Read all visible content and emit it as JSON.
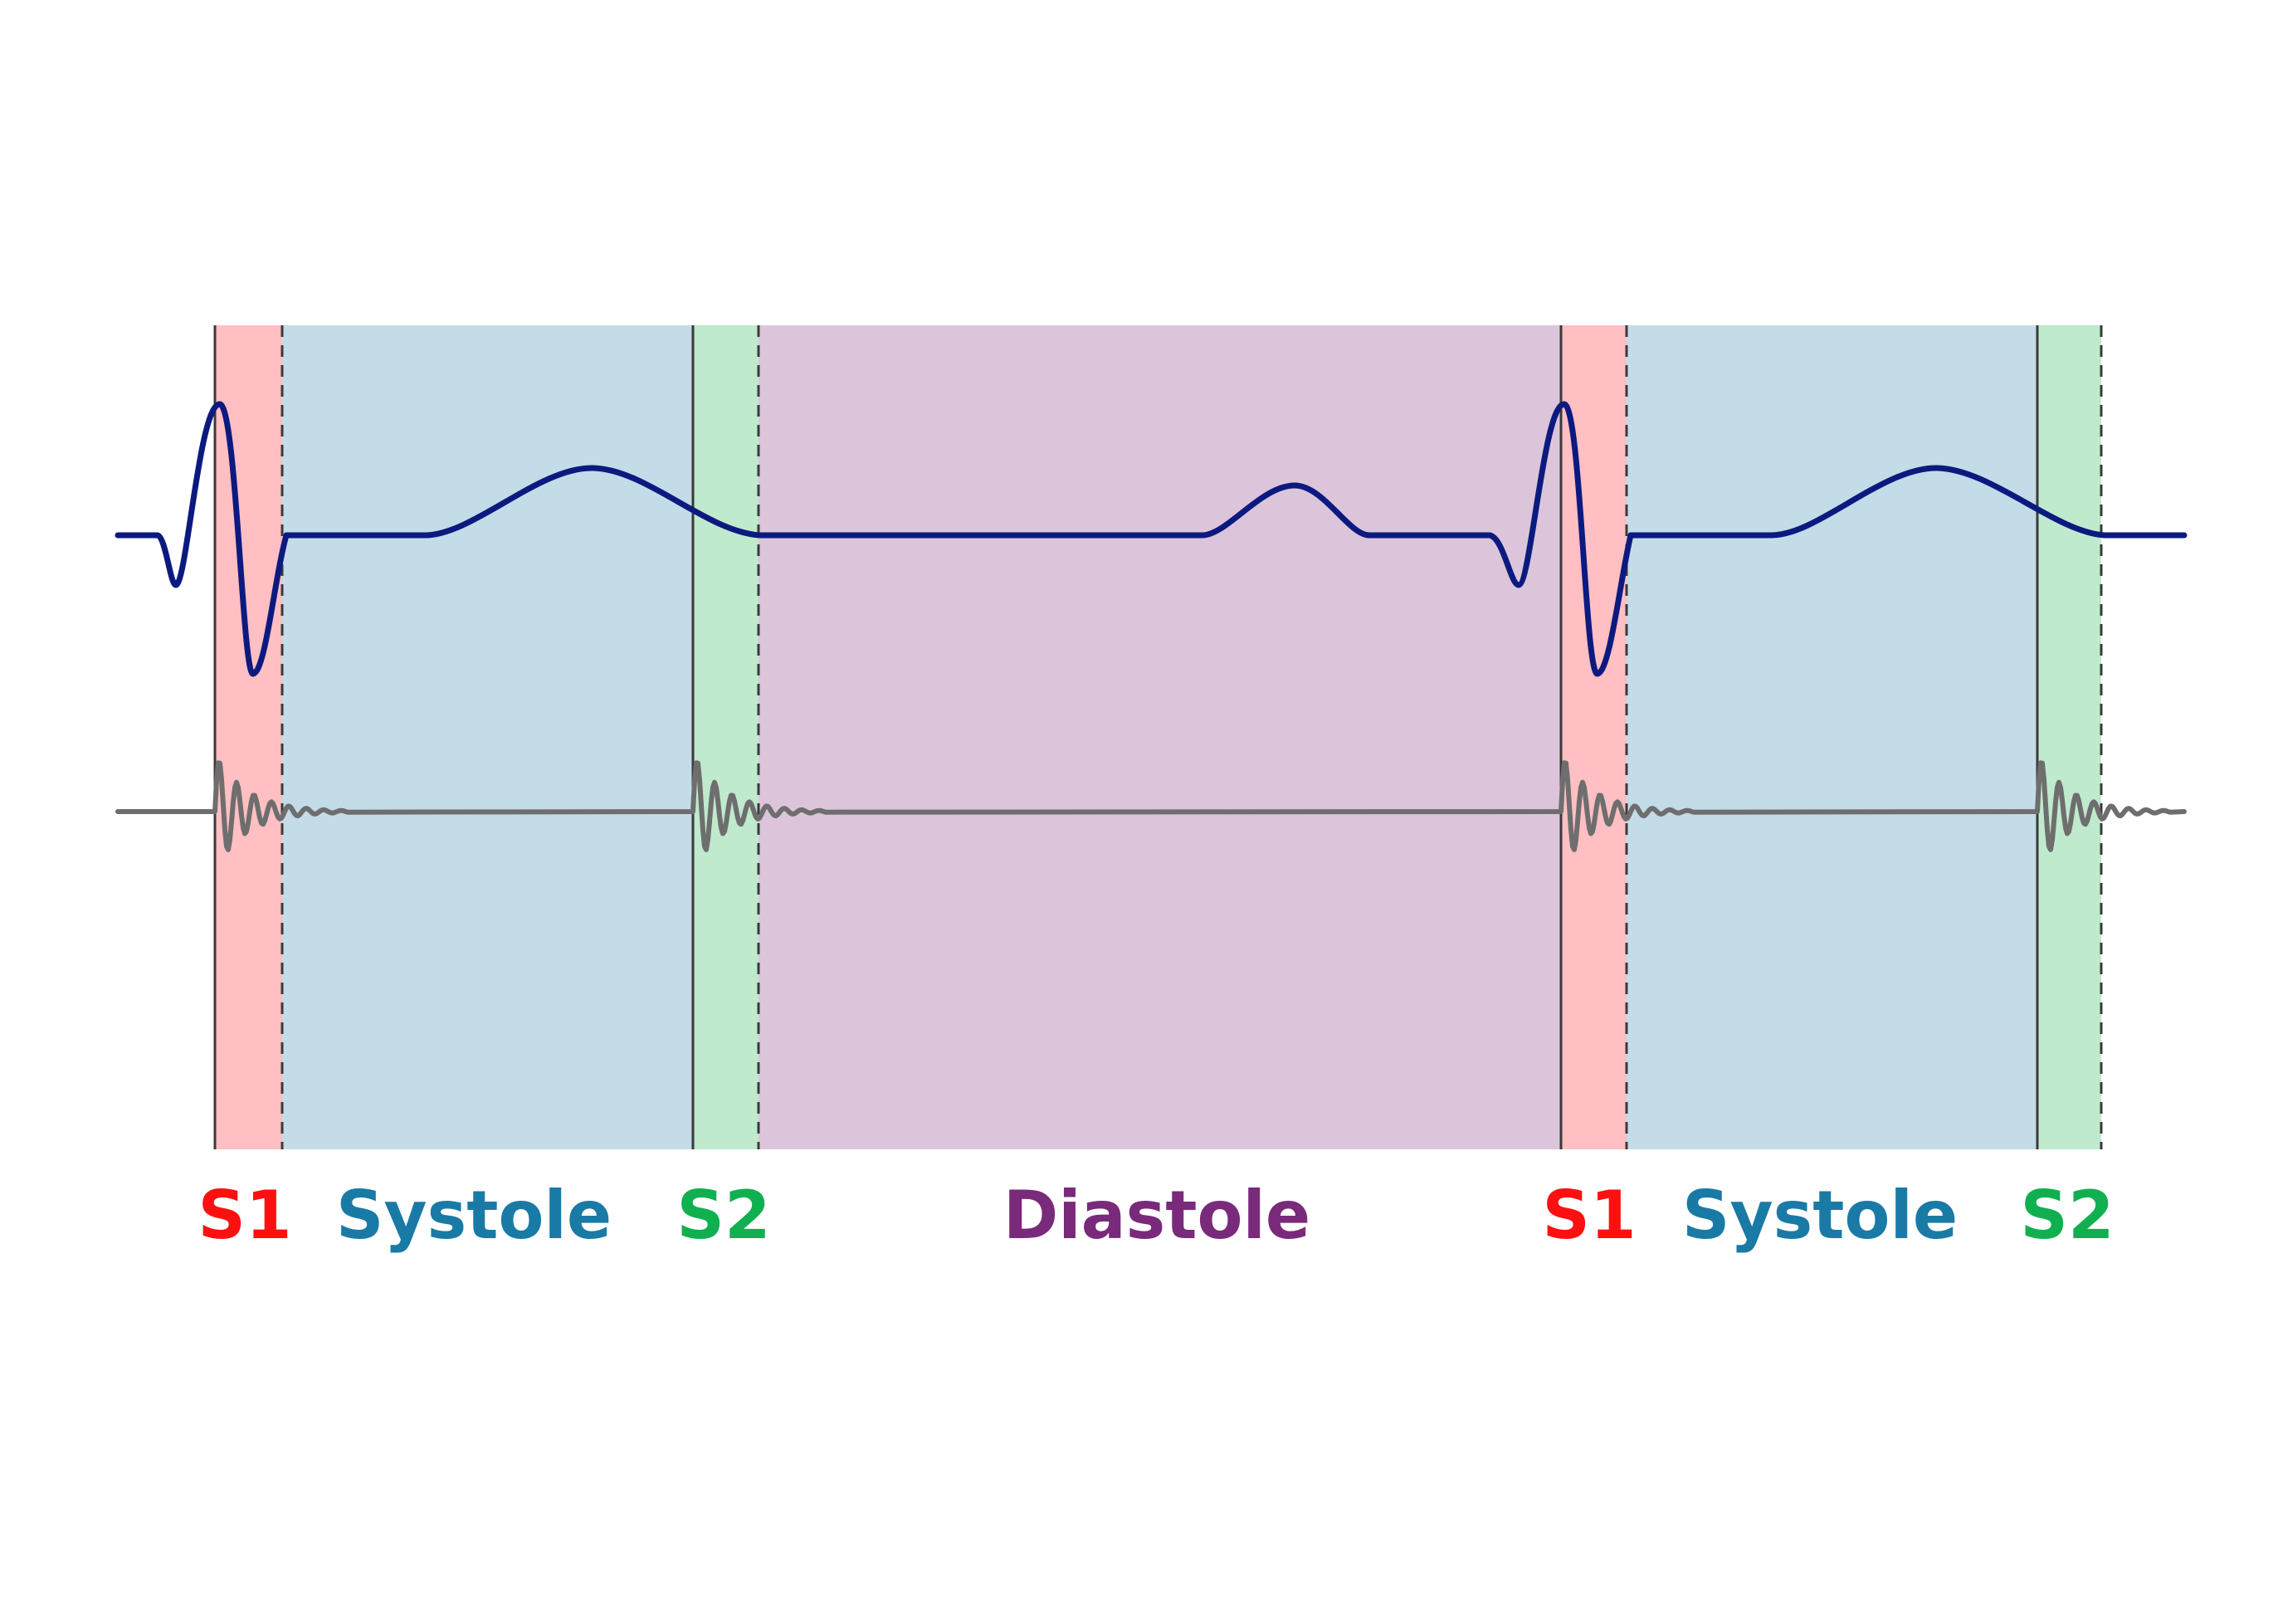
{
  "phases": [
    {
      "label": "S1",
      "type": "s1"
    },
    {
      "label": "Systole",
      "type": "systole"
    },
    {
      "label": "S2",
      "type": "s2"
    },
    {
      "label": "Diastole",
      "type": "diastole"
    },
    {
      "label": "S1",
      "type": "s1"
    },
    {
      "label": "Systole",
      "type": "systole"
    },
    {
      "label": "S2",
      "type": "s2"
    }
  ],
  "colors": {
    "s1_fill": "#ffbfc3",
    "systole_fill": "#c3dce8",
    "s2_fill": "#bfeacd",
    "diastole_fill": "#dcc5da",
    "s1_text": "#ff1010",
    "systole_text": "#1a7aa6",
    "s2_text": "#10b050",
    "diastole_text": "#7a2a7a",
    "ecg_line": "#0c1a80",
    "pcg_line": "#6e6e6e"
  }
}
